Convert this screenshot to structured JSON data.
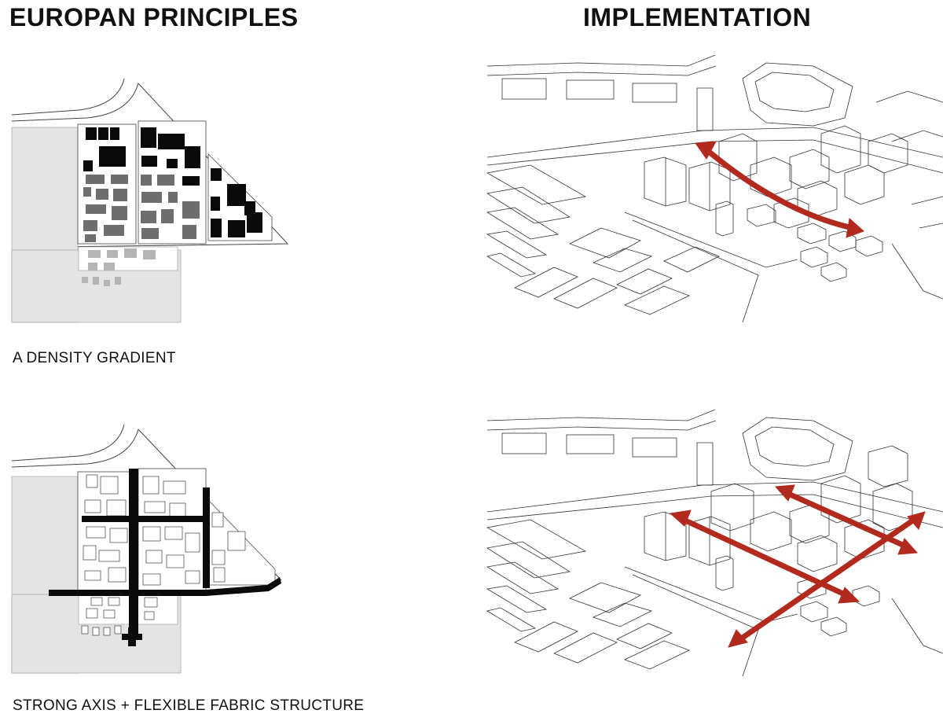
{
  "headings": {
    "left": "EUROPAN PRINCIPLES",
    "right": "IMPLEMENTATION"
  },
  "captions": {
    "density": "A DENSITY GRADIENT",
    "axis": "STRONG AXIS + FLEXIBLE FABRIC STRUCTURE"
  },
  "colors": {
    "ground_gray": "#e4e4e4",
    "dense_black": "#0a0a0a",
    "medium_gray": "#6e6e6e",
    "light_gray": "#b4b4b4",
    "arrow_red": "#b22a1e",
    "line_dark": "#333333"
  }
}
